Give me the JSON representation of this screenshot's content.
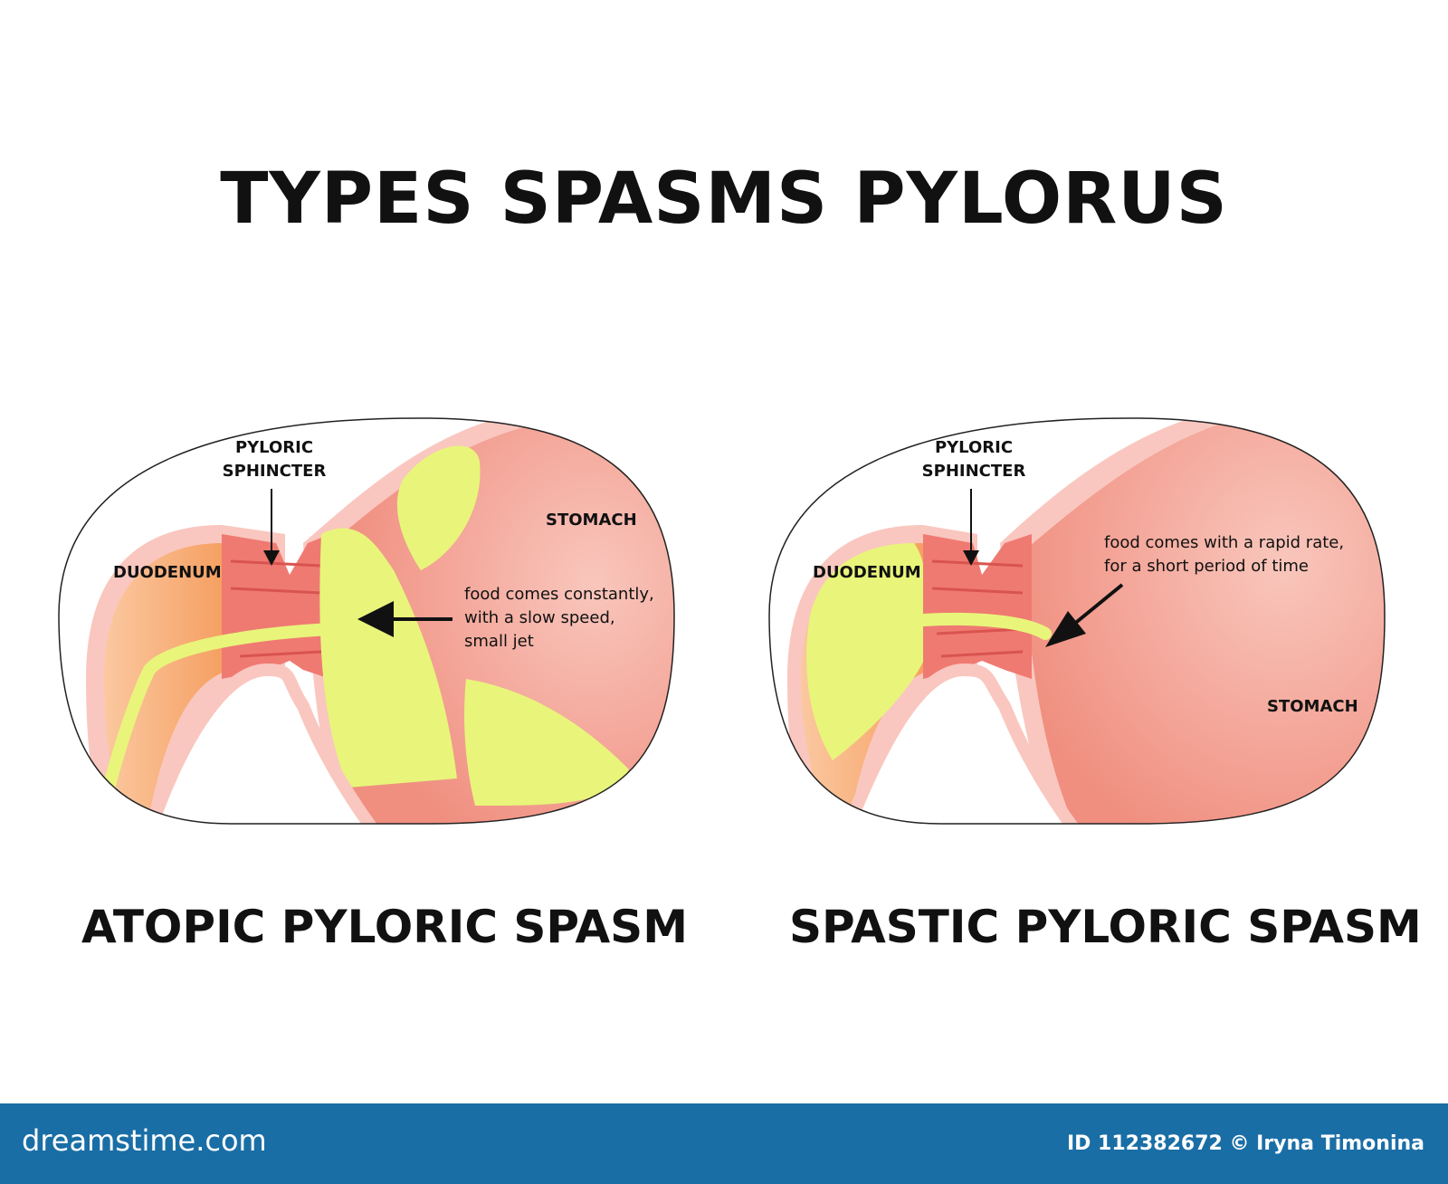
{
  "title": "TYPES SPASMS PYLORUS",
  "diagrams": [
    {
      "caption": "ATOPIC PYLORIC SPASM",
      "sphincter_line1": "PYLORIC",
      "sphincter_line2": "SPHINCTER",
      "duodenum": "DUODENUM",
      "stomach": "STOMACH",
      "note_lines": [
        "food comes constantly,",
        "with a slow speed,",
        "small jet"
      ]
    },
    {
      "caption": "SPASTIC PYLORIC SPASM",
      "sphincter_line1": "PYLORIC",
      "sphincter_line2": "SPHINCTER",
      "duodenum": "DUODENUM",
      "stomach": "STOMACH",
      "note_lines": [
        "food comes with a rapid rate,",
        "for a short period of time"
      ]
    }
  ],
  "footer": {
    "brand": "dreamstime.com",
    "credit": "ID 112382672 © Iryna Timonina"
  },
  "colors": {
    "stomach_fill": "#f4a99a",
    "wall": "#f9c7bf",
    "food": "#e8f57a",
    "duodenum": "#f7b07a",
    "sphincter": "#ef6b6b",
    "footer_bg": "#1a6ea6"
  }
}
